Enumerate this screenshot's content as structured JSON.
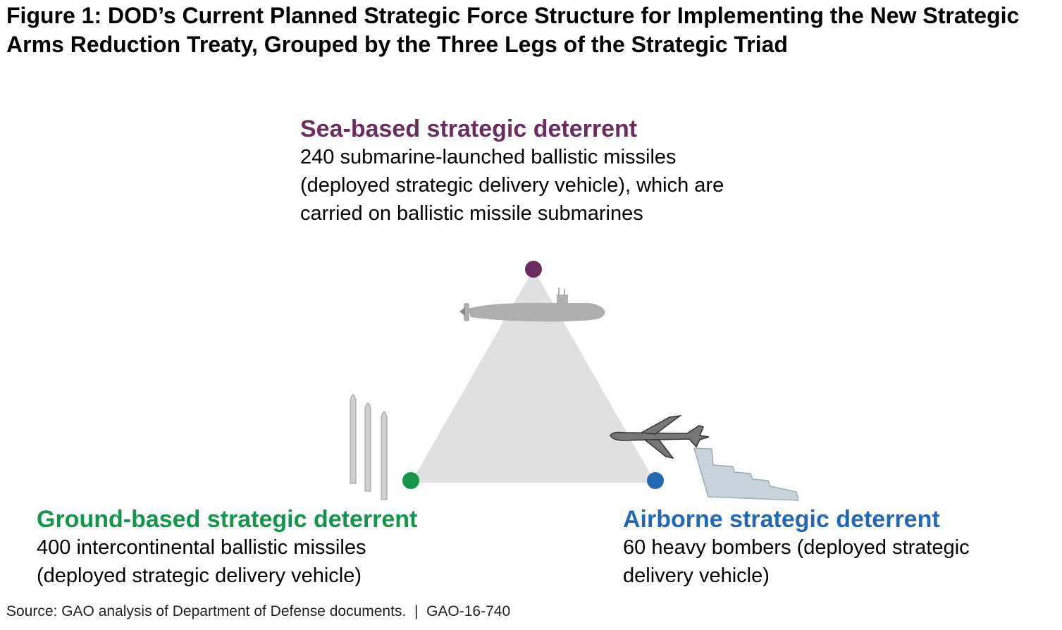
{
  "title": "Figure 1: DOD’s Current Planned Strategic Force Structure for Implementing the New Strategic Arms Reduction Treaty, Grouped by the Three Legs of the Strategic Triad",
  "legs": {
    "sea": {
      "heading": "Sea-based strategic deterrent",
      "description": "240 submarine-launched ballistic missiles (deployed strategic delivery vehicle), which are carried on ballistic missile submarines",
      "color": "#6b2c5f"
    },
    "ground": {
      "heading": "Ground-based strategic deterrent",
      "description": "400 intercontinental ballistic missiles (deployed strategic delivery vehicle)",
      "color": "#13954a"
    },
    "air": {
      "heading": "Airborne strategic deterrent",
      "description": "60 heavy bombers (deployed strategic delivery vehicle)",
      "color": "#2468b4"
    }
  },
  "source": "Source: GAO analysis of Department of Defense documents.  |  GAO-16-740"
}
